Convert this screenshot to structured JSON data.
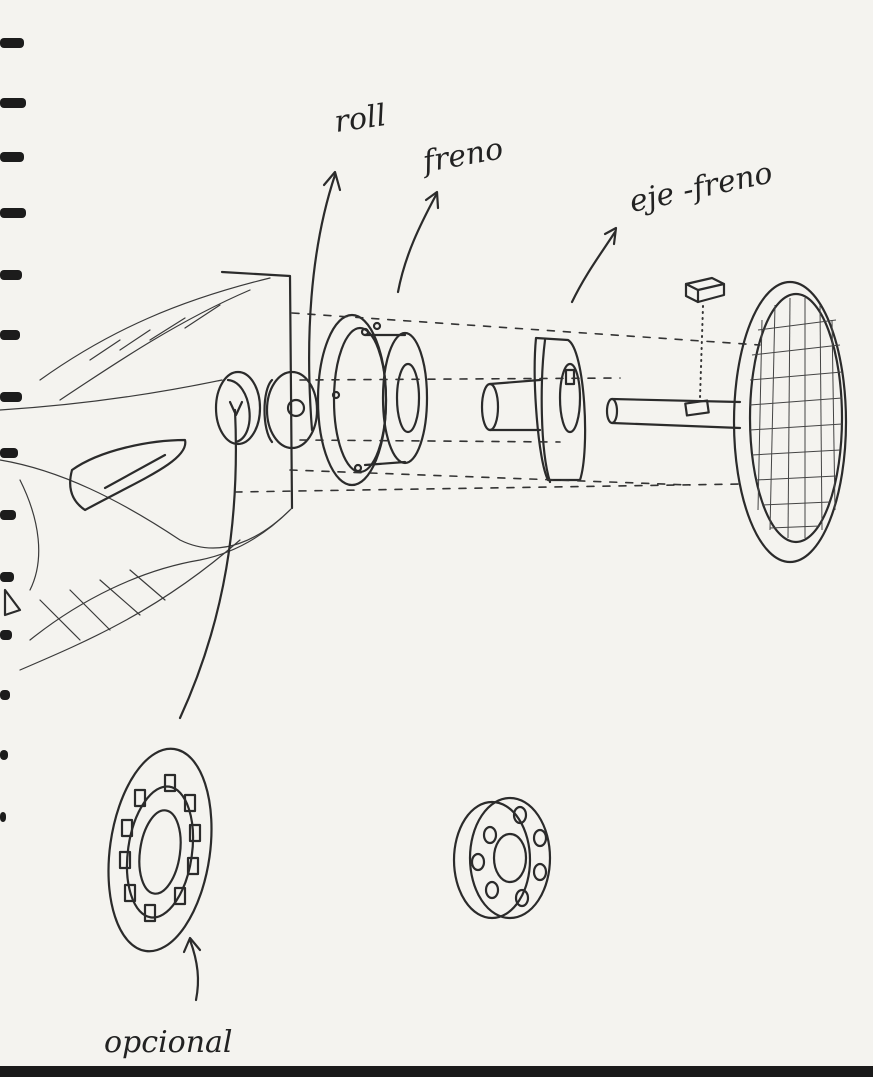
{
  "labels": {
    "roll": "roll",
    "freno": "freno",
    "eje_freno": "eje -freno",
    "opcional": "opcional"
  },
  "colors": {
    "paper": "#f4f3ef",
    "ink": "#2b2b2b",
    "bottom_band": "#1a1a1a"
  }
}
